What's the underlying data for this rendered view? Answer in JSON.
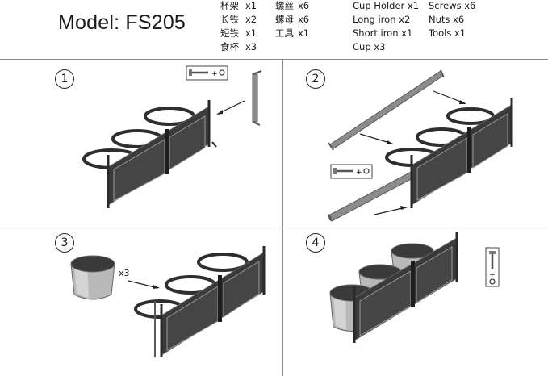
{
  "header": {
    "model": "Model: FS205"
  },
  "parts_cn_col1": [
    {
      "name": "杯架",
      "qty": "x1"
    },
    {
      "name": "长铁",
      "qty": "x2"
    },
    {
      "name": "短铁",
      "qty": "x1"
    },
    {
      "name": "食杯",
      "qty": "x3"
    }
  ],
  "parts_cn_col2": [
    {
      "name": "螺丝",
      "qty": "x6"
    },
    {
      "name": "螺母",
      "qty": "x6"
    },
    {
      "name": "工具",
      "qty": "x1"
    }
  ],
  "parts_en_col1": [
    "Cup Holder x1",
    "Long iron x2",
    "Short iron x1",
    "Cup x3"
  ],
  "parts_en_col2": [
    "Screws x6",
    "Nuts x6",
    "Tools x1"
  ],
  "steps": [
    {
      "number": "1"
    },
    {
      "number": "2"
    },
    {
      "number": "3",
      "cup_qty": "x3"
    },
    {
      "number": "4"
    }
  ],
  "colors": {
    "frame": "#3a3a3a",
    "panel": "#454545",
    "rail": "#8c8c8c",
    "cup": "#b9b9b9"
  }
}
